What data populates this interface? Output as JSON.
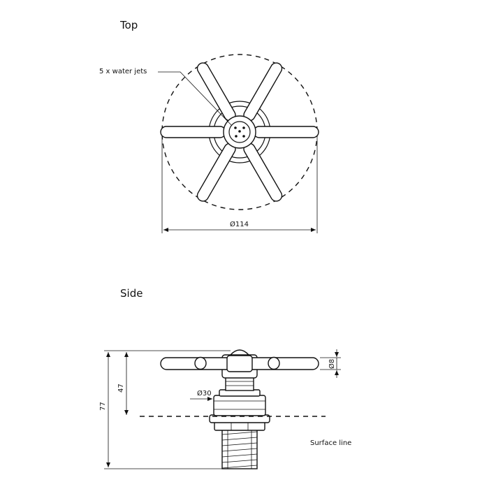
{
  "views": {
    "top": {
      "label": "Top"
    },
    "side": {
      "label": "Side"
    }
  },
  "annotations": {
    "water_jets": "5 x water jets",
    "surface_line": "Surface line"
  },
  "dimensions": {
    "diameter": "Ø114",
    "height_total": "77",
    "height_above": "47",
    "stem_diameter": "Ø30",
    "spoke_thickness": "Ø8"
  }
}
